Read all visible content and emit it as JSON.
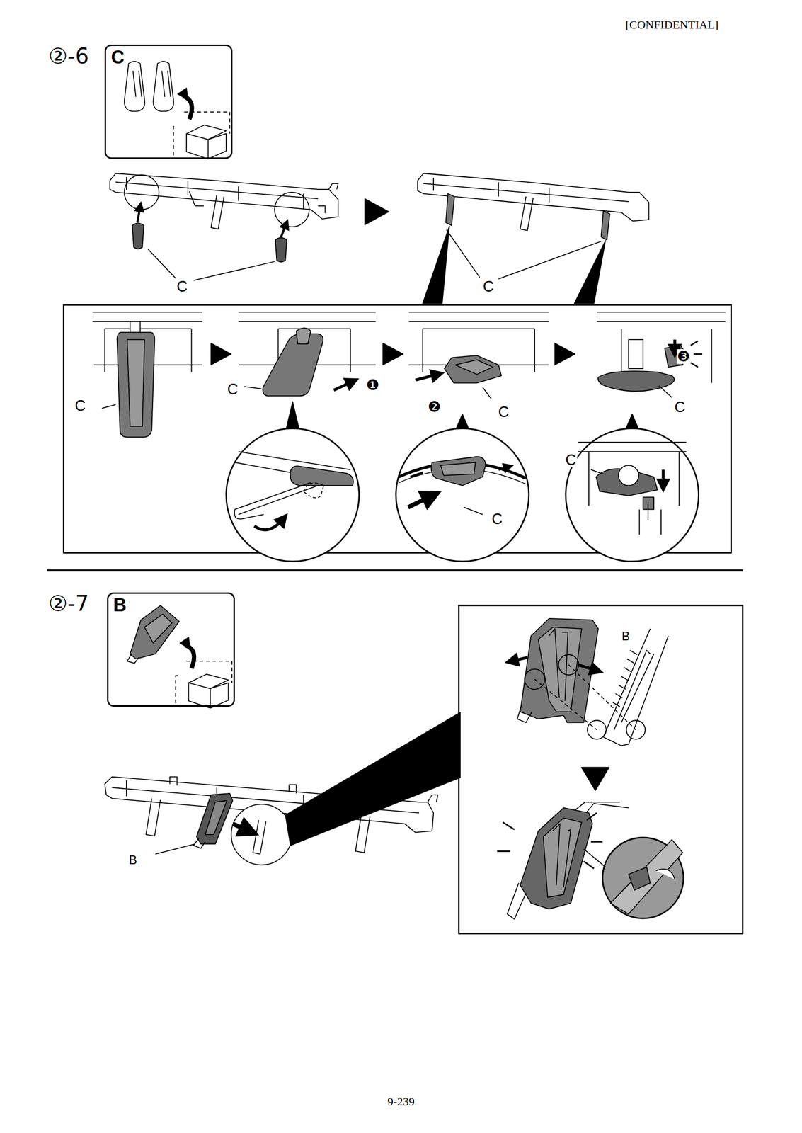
{
  "diagram": {
    "nodes": [
      {
        "text": [
          "C"
        ]
      },
      {
        "text": [
          "B"
        ]
      }
    ],
    "labels": [
      "[CONFIDENTIAL]",
      "②-6",
      "C",
      "C",
      "C",
      "C",
      "❶",
      "❷",
      "C",
      "❸",
      "C",
      "C",
      "C",
      "②-7",
      "B",
      "B",
      "9-239"
    ]
  }
}
